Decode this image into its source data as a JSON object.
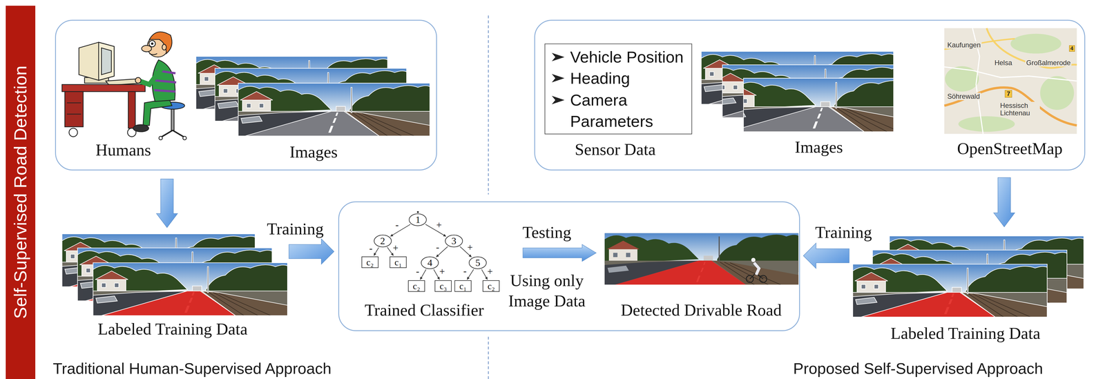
{
  "diagram": {
    "nodes": [
      {
        "text": [
          "Self-Supervised Road Detection"
        ]
      },
      {
        "text": [
          "Humans",
          "Images"
        ]
      },
      {
        "text": [
          "Images",
          "OpenStreetMap"
        ]
      },
      {
        "text": [
          "Vehicle Position",
          "Heading",
          "Camera Parameters",
          "Sensor Data"
        ],
        "in": 2
      },
      {
        "text": [
          "Labeled Training Data"
        ]
      },
      {
        "text": [
          "Trained Classifier"
        ]
      },
      {
        "text": [
          "1"
        ],
        "in": 5
      },
      {
        "text": [
          "2"
        ],
        "in": 5
      },
      {
        "text": [
          "3"
        ],
        "in": 5
      },
      {
        "text": [
          "c₂"
        ],
        "in": 5
      },
      {
        "text": [
          "c₁"
        ],
        "in": 5
      },
      {
        "text": [
          "4"
        ],
        "in": 5
      },
      {
        "text": [
          "5"
        ],
        "in": 5
      },
      {
        "text": [
          "c₂"
        ],
        "in": 5
      },
      {
        "text": [
          "c₃"
        ],
        "in": 5
      },
      {
        "text": [
          "c₁"
        ],
        "in": 5
      },
      {
        "text": [
          "c₂"
        ],
        "in": 5
      },
      {
        "text": [
          "Detected Drivable Road"
        ],
        "in": 5
      },
      {
        "text": [
          "Labeled Training Data"
        ]
      }
    ],
    "edges": [
      {
        "from": 1,
        "to": 4,
        "arrow": "to"
      },
      {
        "from": 4,
        "to": 5,
        "label": "Training",
        "arrow": "to"
      },
      {
        "from": 2,
        "to": 18,
        "arrow": "to"
      },
      {
        "from": 18,
        "to": 5,
        "label": "Training",
        "arrow": "to"
      },
      {
        "from": 6,
        "to": 7,
        "label": "-",
        "arrow": "to"
      },
      {
        "from": 6,
        "to": 8,
        "label": "+",
        "arrow": "to"
      },
      {
        "from": 7,
        "to": 9,
        "label": "-",
        "arrow": "to"
      },
      {
        "from": 7,
        "to": 10,
        "label": "+",
        "arrow": "to"
      },
      {
        "from": 8,
        "to": 11,
        "label": "-",
        "arrow": "to"
      },
      {
        "from": 8,
        "to": 12,
        "label": "+",
        "arrow": "to"
      },
      {
        "from": 11,
        "to": 13,
        "label": "-",
        "arrow": "to"
      },
      {
        "from": 11,
        "to": 14,
        "label": "+",
        "arrow": "to"
      },
      {
        "from": 12,
        "to": 15,
        "label": "-",
        "arrow": "to"
      },
      {
        "from": 12,
        "to": 16,
        "label": "+",
        "arrow": "to"
      }
    ],
    "labels": [
      "Testing",
      "Using only Image Data",
      "Traditional Human-Supervised Approach",
      "Proposed Self-Supervised Approach",
      "Kaufungen",
      "Helsa",
      "Großalmerode",
      "Söhrewald",
      "7",
      "Hessisch Lichtenau",
      "4"
    ]
  }
}
